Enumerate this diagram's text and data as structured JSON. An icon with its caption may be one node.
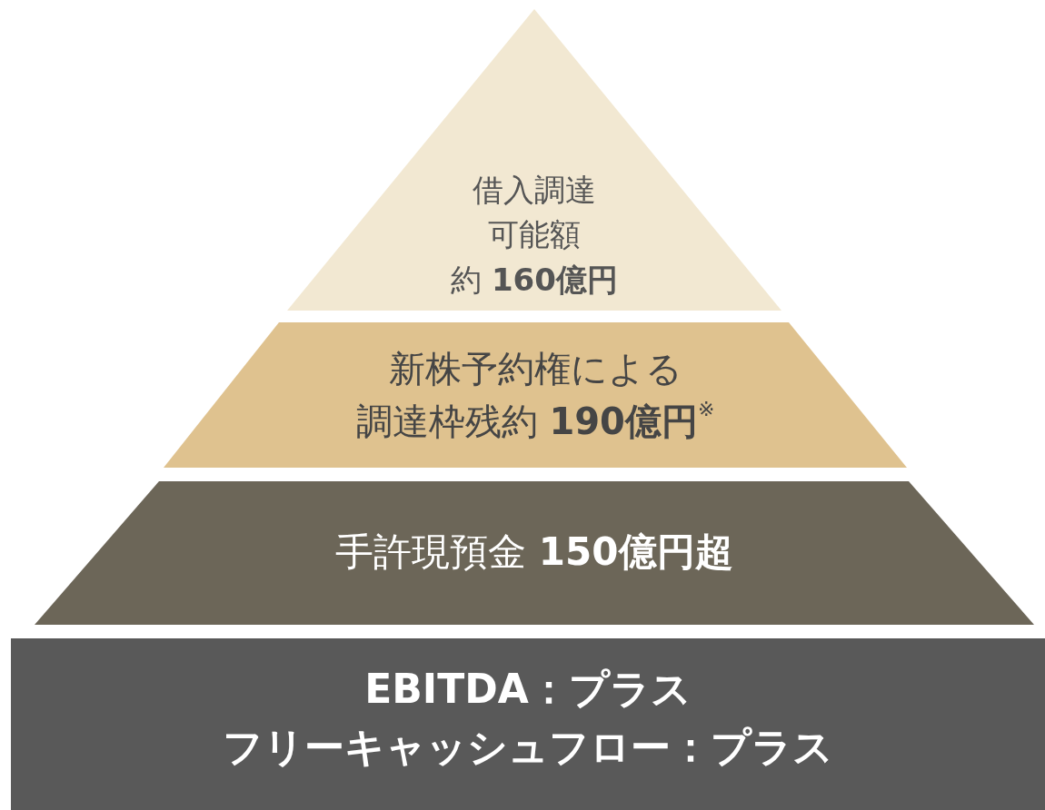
{
  "diagram": {
    "nodes": [
      {
        "text": [
          "借入調達可能額",
          "約 **160億円**"
        ]
      },
      {
        "text": [
          "新株予約権による",
          "調達枠残約 **190億円**$^{※}$"
        ]
      },
      {
        "text": [
          "手許現預金 **150億円超**"
        ]
      },
      {
        "text": [
          "EBITDA：プラス",
          "フリーキャッシュフロー：プラス"
        ]
      }
    ]
  }
}
